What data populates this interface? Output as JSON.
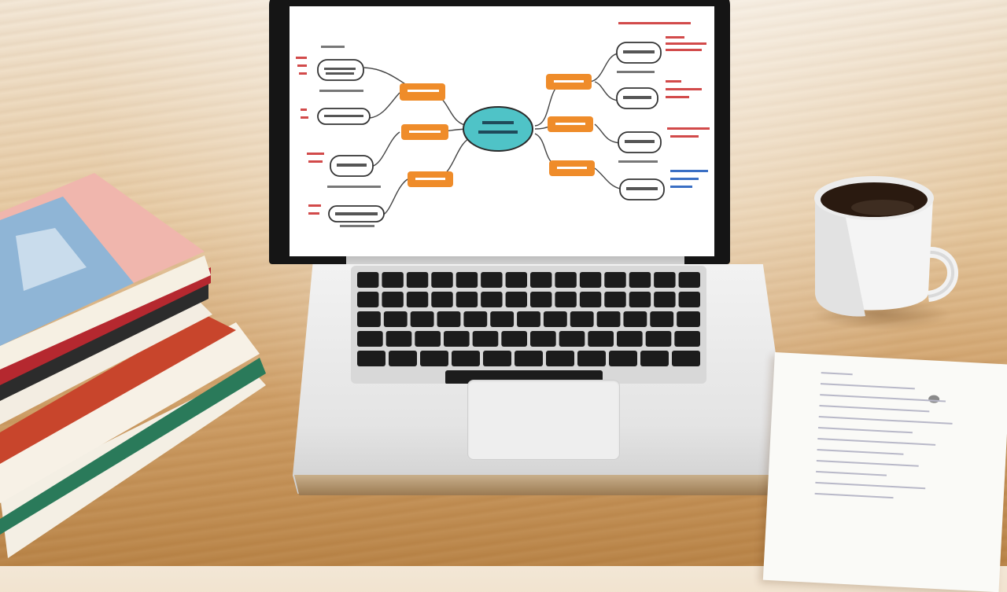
{
  "scene": {
    "description_objects": [
      "books-stack",
      "laptop",
      "coffee-mug",
      "paper-notes"
    ],
    "colors": {
      "mindmap_center": "#4fc3c7",
      "mindmap_branch": "#ef8c2a",
      "mindmap_leaf_border": "#333333",
      "annotation_red": "#d24a4a",
      "annotation_blue": "#3a6fc4"
    }
  }
}
